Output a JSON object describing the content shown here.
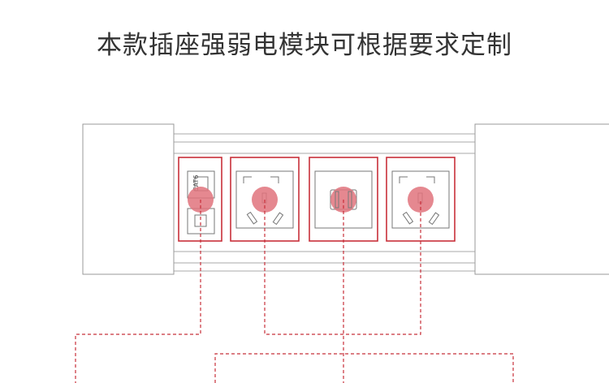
{
  "header": {
    "title": "本款插座强弱电模块可根据要求定制"
  },
  "diagram": {
    "modules": [
      {
        "name": "data-audio-module",
        "kind": "network-and-speaker",
        "label_text": "CAT6"
      },
      {
        "name": "multi-socket-1",
        "kind": "universal-power-socket"
      },
      {
        "name": "round-socket",
        "kind": "round-power-socket"
      },
      {
        "name": "multi-socket-2",
        "kind": "universal-power-socket"
      }
    ],
    "colors": {
      "highlight": "#c8303a",
      "marker": "#e0737c",
      "outline": "#999999",
      "frame": "#aaaaaa"
    }
  }
}
